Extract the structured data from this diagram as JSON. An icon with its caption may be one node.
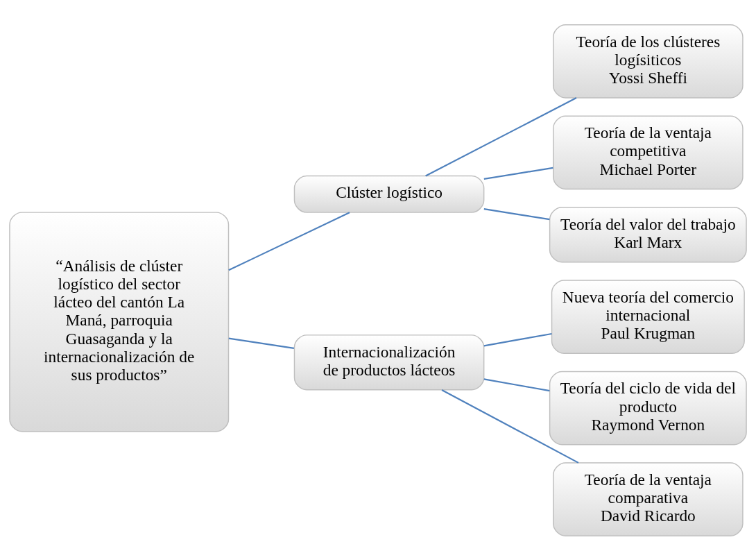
{
  "diagram": {
    "nodes": [
      {
        "text": [
          "“Análisis de clúster logístico del sector lácteo del cantón La Maná, parroquia Guasaganda y la internacionalización de sus productos”"
        ]
      },
      {
        "text": [
          "Clúster logístico"
        ]
      },
      {
        "text": [
          "Internacionalización de productos lácteos"
        ]
      },
      {
        "text": [
          "Teoría de los clústeres logísiticos",
          "Yossi Sheffi"
        ]
      },
      {
        "text": [
          "Teoría de la ventaja competitiva",
          "Michael Porter"
        ]
      },
      {
        "text": [
          "Teoría del valor del trabajo Karl Marx"
        ]
      },
      {
        "text": [
          "Nueva teoría del comercio internacional",
          "Paul Krugman"
        ]
      },
      {
        "text": [
          "Teoría del ciclo de vida del producto",
          "Raymond Vernon"
        ]
      },
      {
        "text": [
          "Teoría de la ventaja comparativa",
          "David Ricardo"
        ]
      }
    ],
    "edges": [
      {
        "from": 0,
        "to": 1,
        "arrow": "none"
      },
      {
        "from": 0,
        "to": 2,
        "arrow": "none"
      },
      {
        "from": 1,
        "to": 3,
        "arrow": "none"
      },
      {
        "from": 1,
        "to": 4,
        "arrow": "none"
      },
      {
        "from": 1,
        "to": 5,
        "arrow": "none"
      },
      {
        "from": 2,
        "to": 6,
        "arrow": "none"
      },
      {
        "from": 2,
        "to": 7,
        "arrow": "none"
      },
      {
        "from": 2,
        "to": 8,
        "arrow": "none"
      }
    ]
  }
}
